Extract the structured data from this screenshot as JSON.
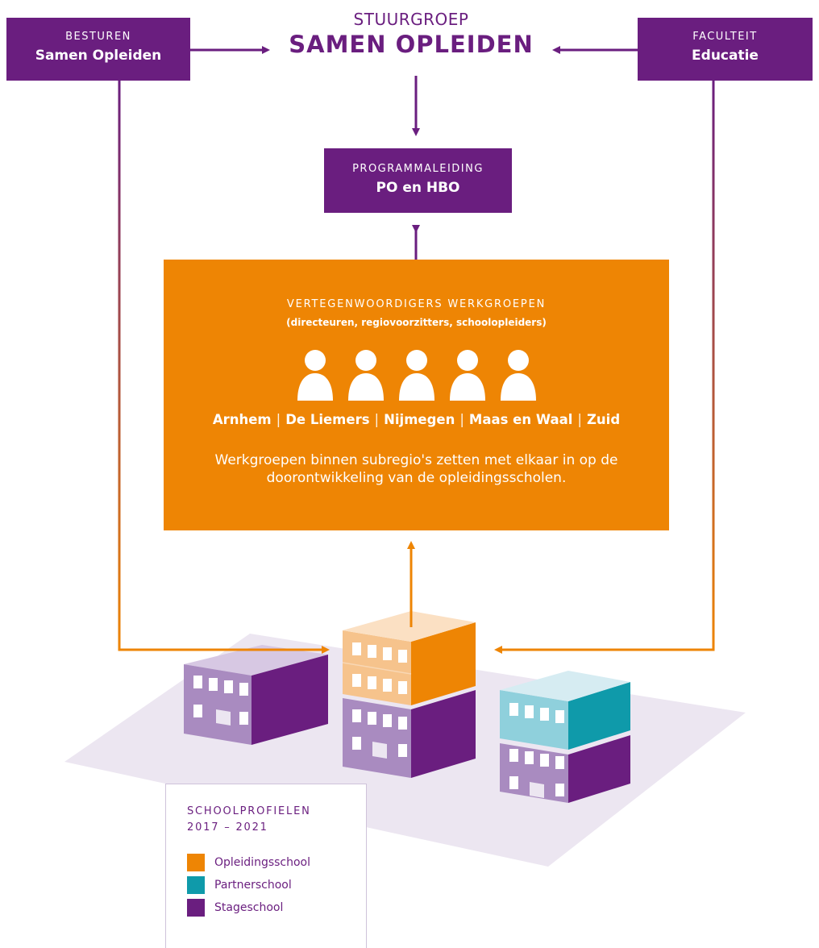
{
  "besturen": {
    "kicker": "BESTUREN",
    "title": "Samen Opleiden"
  },
  "stuurgroep": {
    "kicker": "STUURGROEP",
    "title": "SAMEN OPLEIDEN"
  },
  "faculteit": {
    "kicker": "FACULTEIT",
    "title": "Educatie"
  },
  "programmaleiding": {
    "kicker": "PROGRAMMALEIDING",
    "title": "PO en HBO"
  },
  "werkgroepen": {
    "kicker": "VERTEGENWOORDIGERS WERKGROEPEN",
    "subtitle": "(directeuren, regiovoorzitters, schoolopleiders)",
    "regions": [
      "Arnhem",
      "De Liemers",
      "Nijmegen",
      "Maas en Waal",
      "Zuid"
    ],
    "separator": "|",
    "description": "Werkgroepen binnen subregio's zetten met elkaar in op de doorontwikkeling van de opleidingsscholen."
  },
  "legend": {
    "title_line1": "SCHOOLPROFIELEN",
    "title_line2": "2017 – 2021",
    "items": [
      {
        "label": "Opleidingsschool",
        "color": "#ee8504"
      },
      {
        "label": "Partnerschool",
        "color": "#0f9aaa"
      },
      {
        "label": "Stageschool",
        "color": "#6a1e7f"
      }
    ]
  },
  "colors": {
    "purple": "#6a1e7f",
    "orange": "#ee8504",
    "teal": "#0f9aaa"
  }
}
